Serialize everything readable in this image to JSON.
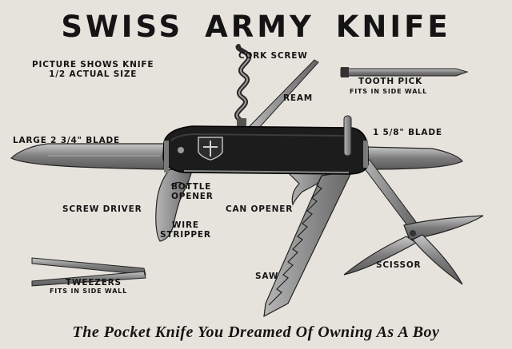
{
  "title": "SWISS ARMY KNIFE",
  "note": {
    "line1": "PICTURE SHOWS KNIFE",
    "line2": "1/2 ACTUAL SIZE"
  },
  "labels": {
    "cork_screw": "CORK SCREW",
    "tooth_pick": "TOOTH PICK",
    "tooth_pick_note": "FITS IN SIDE WALL",
    "ream": "REAM",
    "large_blade": "LARGE 2 3/4\" BLADE",
    "small_blade": "1 5/8\" BLADE",
    "bottle_opener_1": "BOTTLE",
    "bottle_opener_2": "OPENER",
    "screw_driver": "SCREW DRIVER",
    "can_opener": "CAN OPENER",
    "wire_stripper_1": "WIRE",
    "wire_stripper_2": "STRIPPER",
    "saw": "SAW",
    "scissor": "SCISSOR",
    "tweezers": "TWEEZERS",
    "tweezers_note": "FITS IN SIDE WALL"
  },
  "caption": "The Pocket Knife You Dreamed Of Owning As A Boy",
  "colors": {
    "paper": "#e6e3dc",
    "ink": "#141414",
    "steel": "#8a8a8a",
    "handle": "#1c1c1c"
  }
}
